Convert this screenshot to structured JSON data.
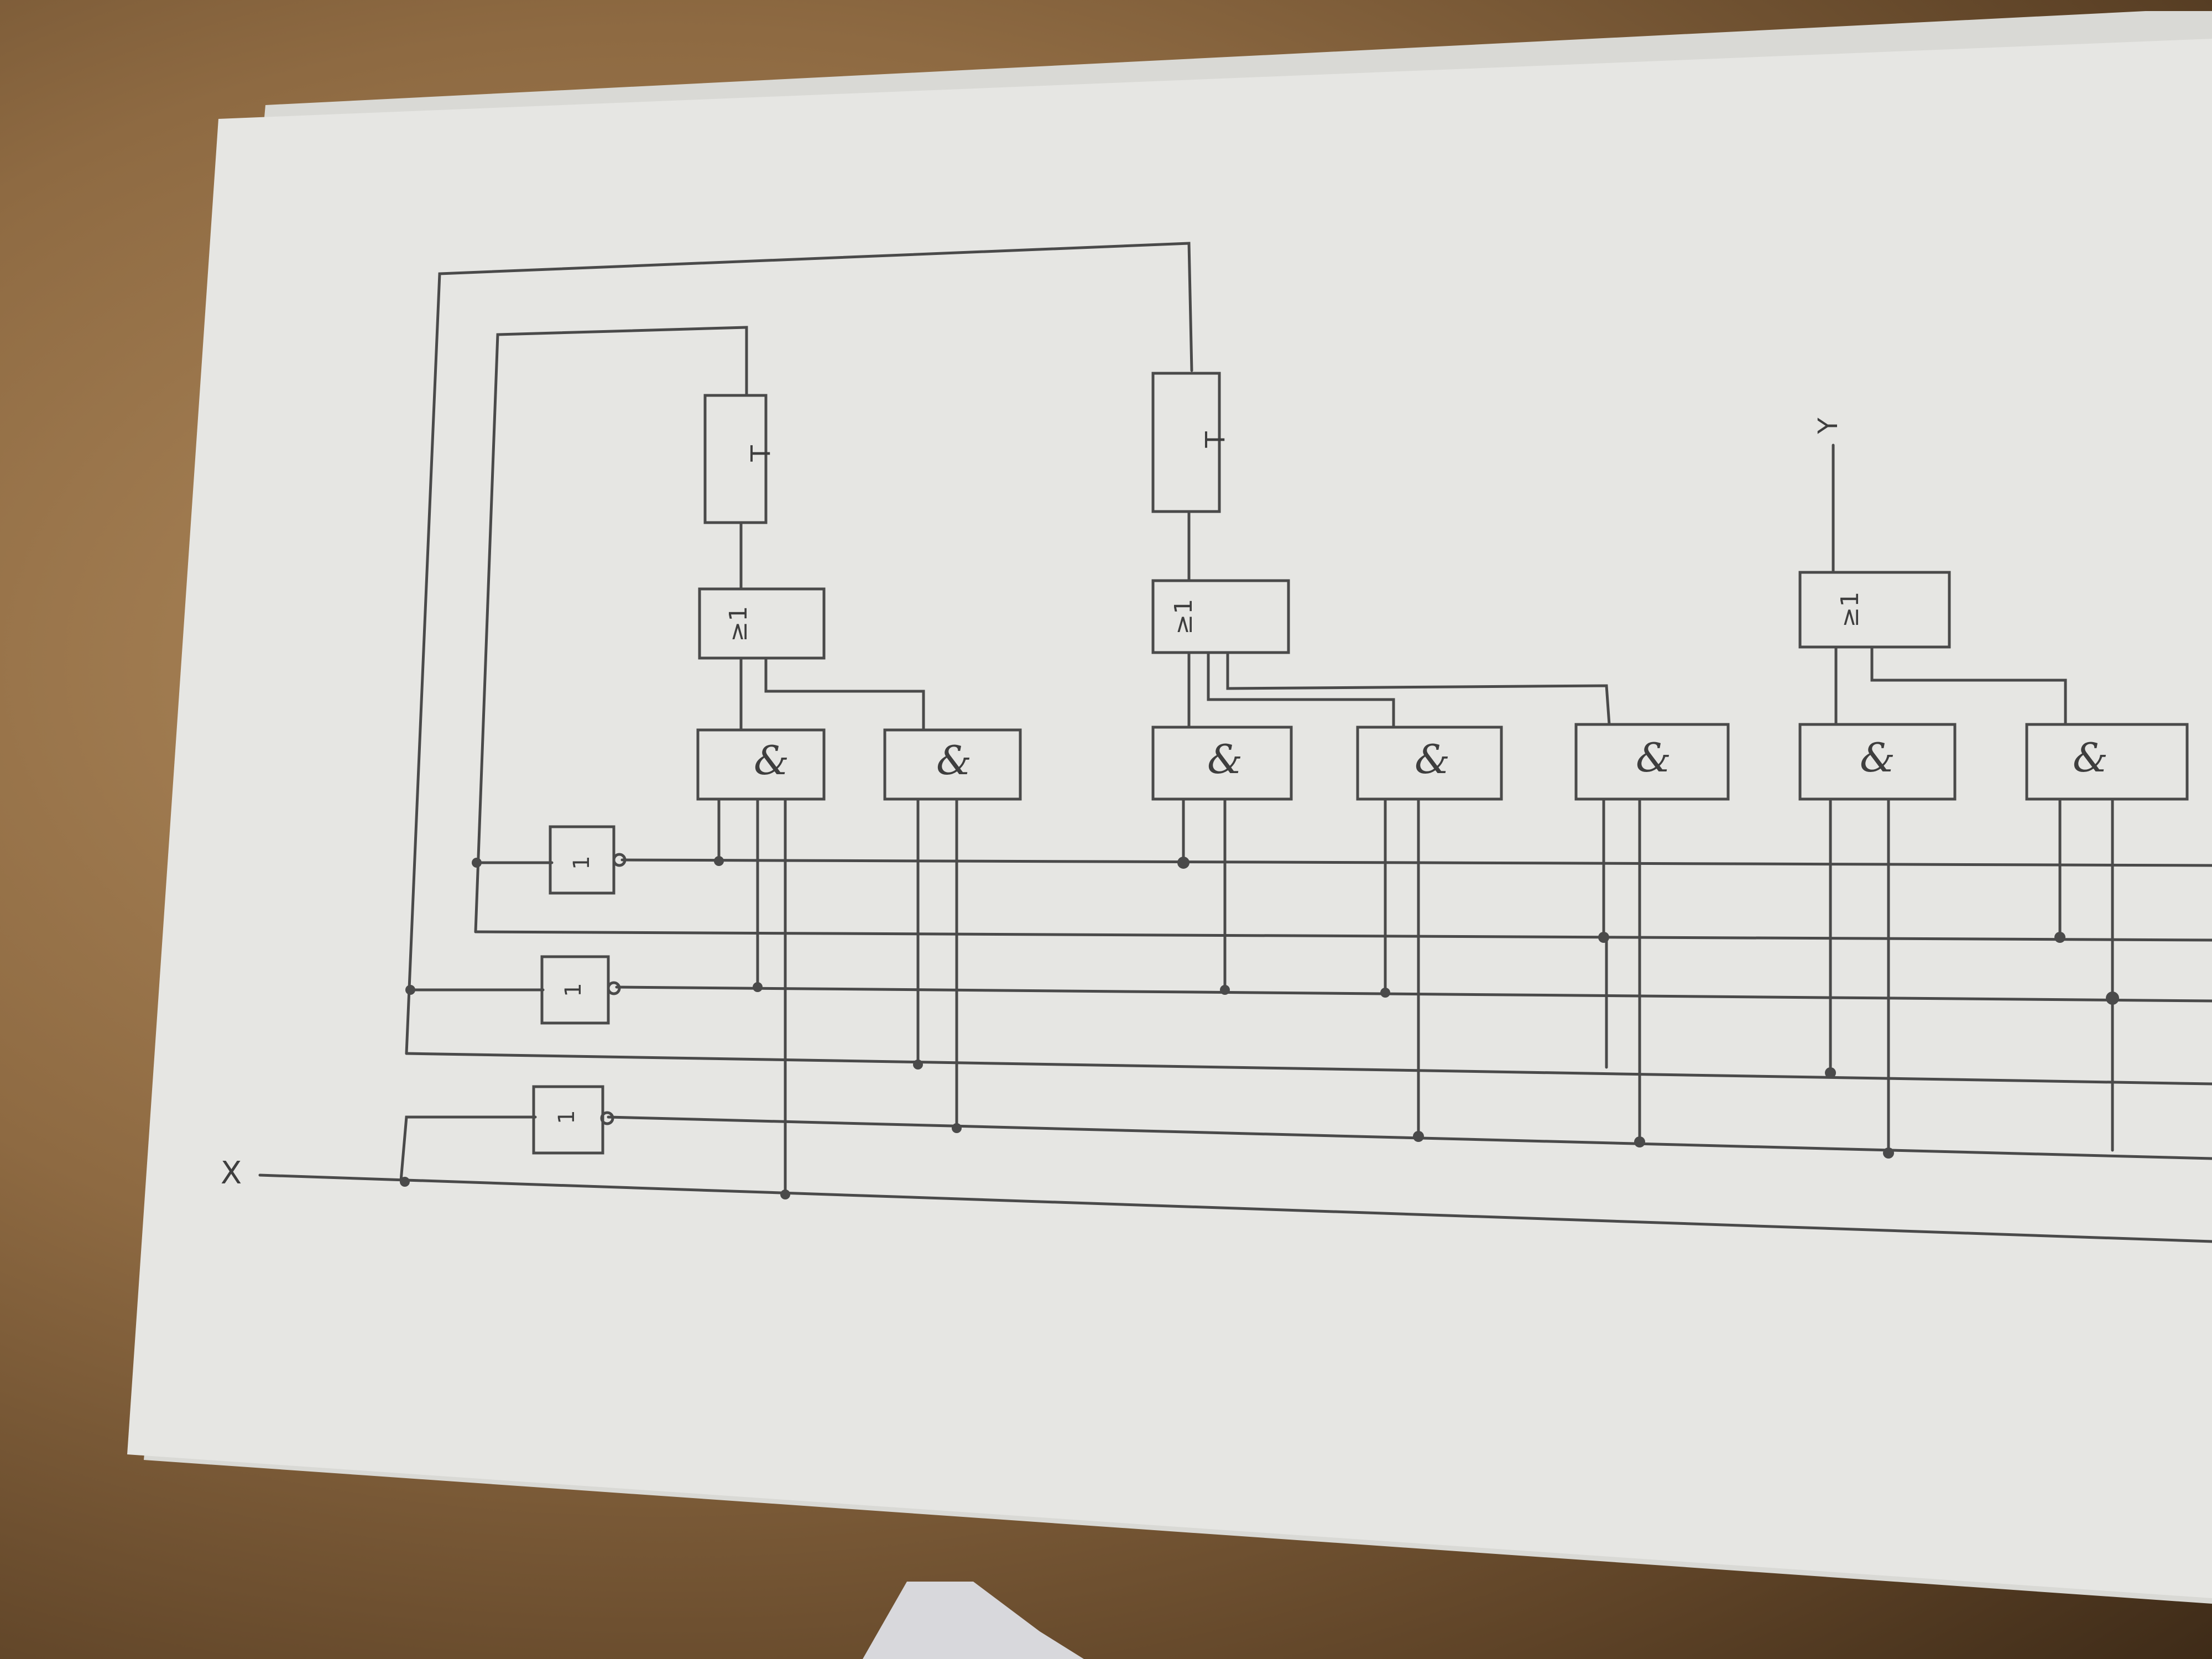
{
  "labels": {
    "input_x": "X",
    "output_y": "Y"
  },
  "gate_symbols": {
    "and": "&",
    "or": "≥1",
    "flipflop": "T",
    "inverter": "1"
  },
  "colors": {
    "paper": "#e6e6e3",
    "ink": "#4a4a4a",
    "table": "#9a7548"
  }
}
